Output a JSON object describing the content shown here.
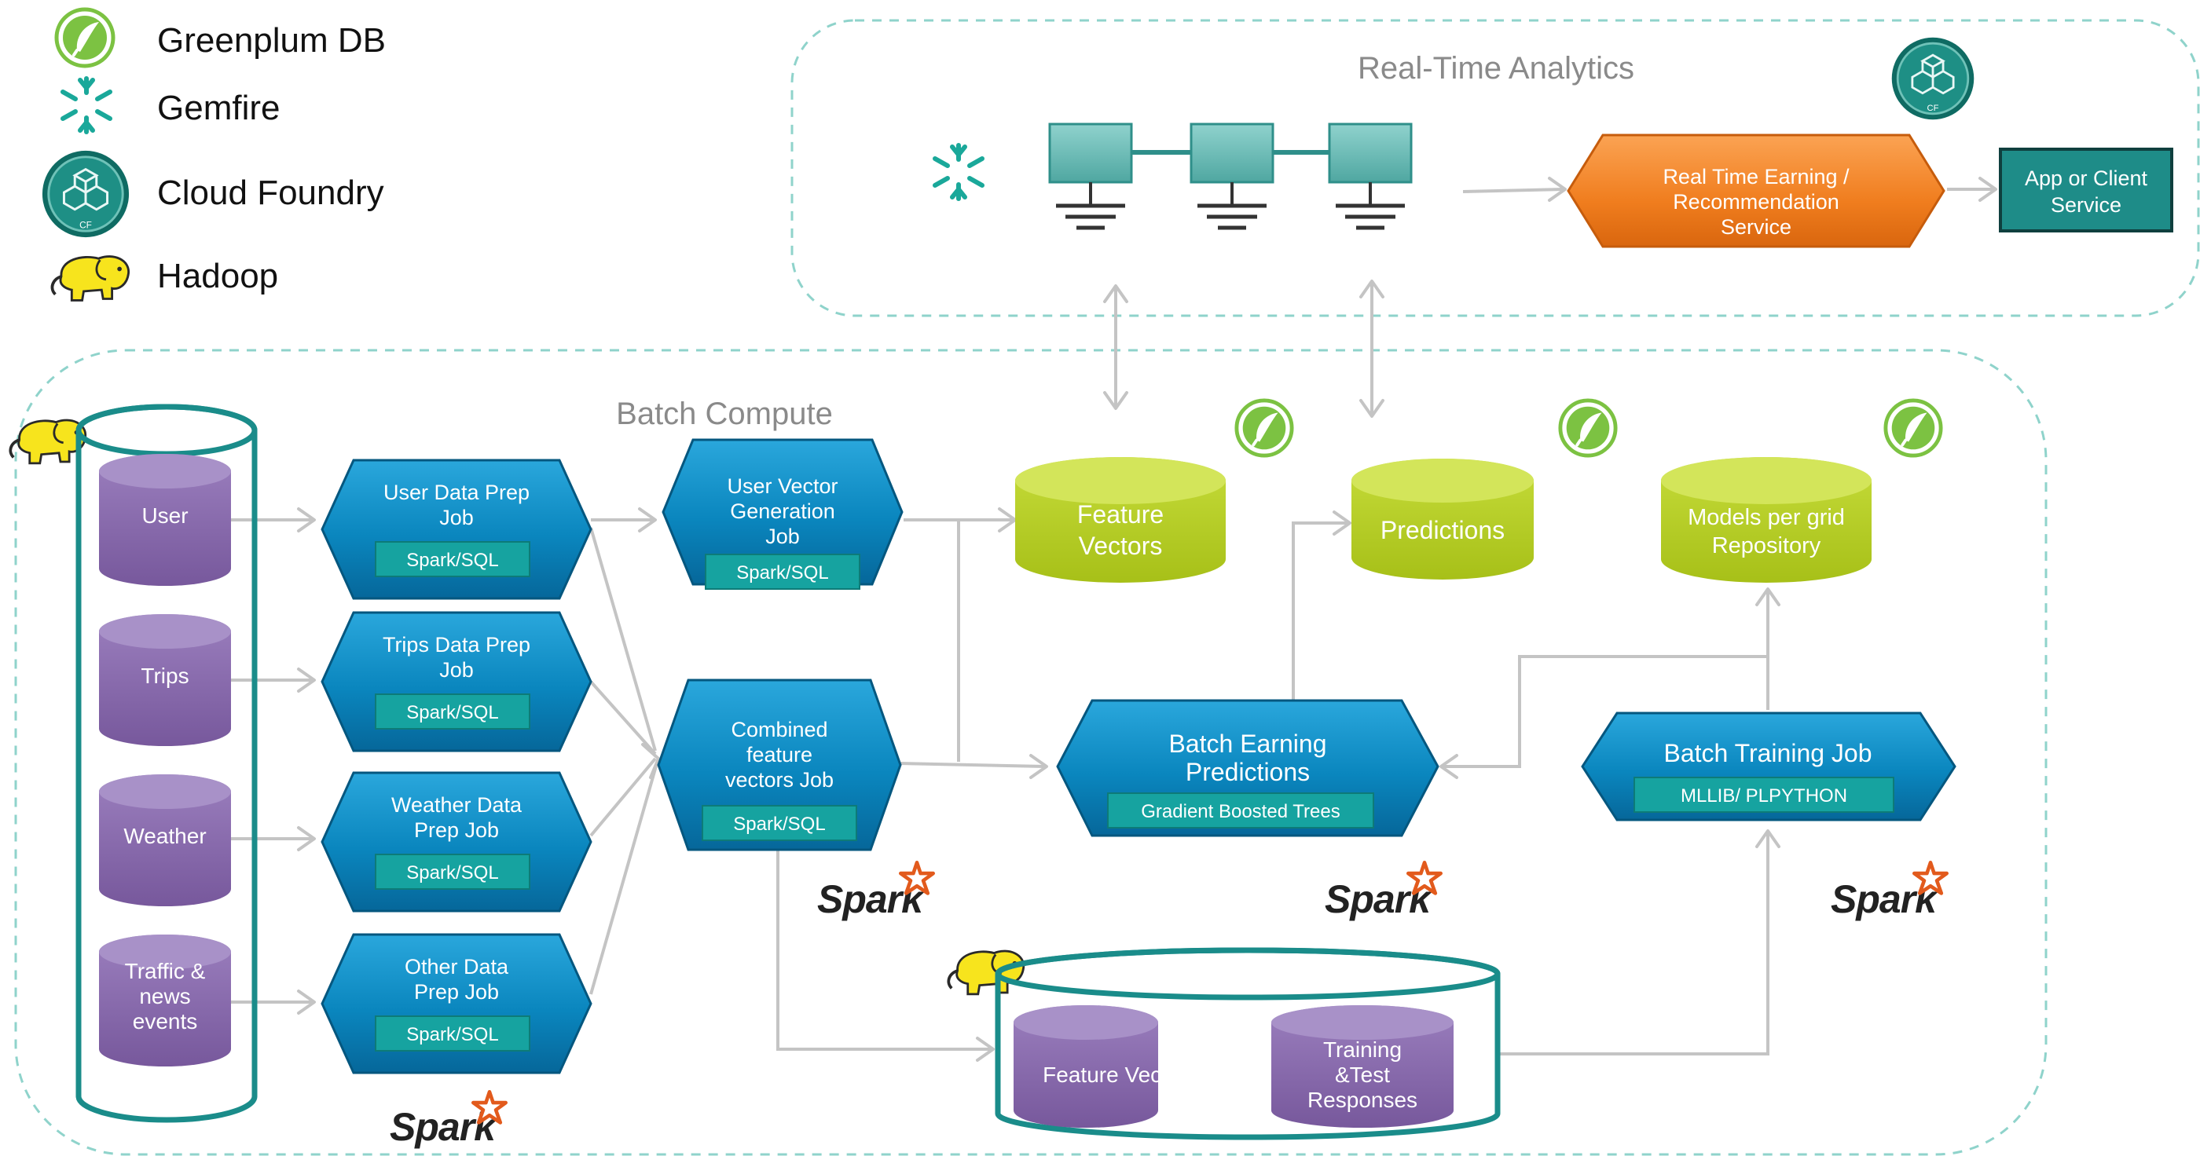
{
  "legend": [
    {
      "label": "Greenplum DB",
      "icon": "greenplum-icon"
    },
    {
      "label": "Gemfire",
      "icon": "gemfire-icon"
    },
    {
      "label": "Cloud Foundry",
      "icon": "cloud-foundry-icon"
    },
    {
      "label": "Hadoop",
      "icon": "hadoop-elephant-icon"
    }
  ],
  "regions": {
    "realtime": "Real-Time Analytics",
    "batch": "Batch Compute"
  },
  "sources": [
    "User",
    "Trips",
    "Weather",
    "Traffic & news events"
  ],
  "prep_jobs": [
    {
      "title": "User Data Prep Job",
      "sub": "Spark/SQL"
    },
    {
      "title": "Trips Data Prep Job",
      "sub": "Spark/SQL"
    },
    {
      "title": "Weather Data Prep Job",
      "sub": "Spark/SQL"
    },
    {
      "title": "Other Data Prep Job",
      "sub": "Spark/SQL"
    }
  ],
  "vector_job": {
    "title": "User Vector Generation Job",
    "sub": "Spark/SQL"
  },
  "combined_job": {
    "title": "Combined feature vectors Job",
    "sub": "Spark/SQL"
  },
  "stores": {
    "feature_vectors": "Feature Vectors",
    "predictions": "Predictions",
    "models": "Models per grid Repository"
  },
  "predict_job": {
    "title": "Batch Earning Predictions",
    "sub": "Gradient Boosted Trees"
  },
  "training_job": {
    "title": "Batch Training Job",
    "sub": "MLLIB/ PLPYTHON"
  },
  "hdfs": {
    "feature_vectors": "Feature Vectors",
    "training": "Training &Test Responses"
  },
  "realtime_service": "Real Time Earning / Recommendation Service",
  "client_service": "App or Client Service",
  "spark_logo": "Spark",
  "colors": {
    "hex_blue": "#0a86be",
    "hex_sub": "#16a3a0",
    "cyl_purple": "#8565a8",
    "cyl_green": "#b3cc22",
    "teal": "#1a8c8a",
    "orange": "#f07d1e",
    "node_teal": "#63b7b2"
  }
}
